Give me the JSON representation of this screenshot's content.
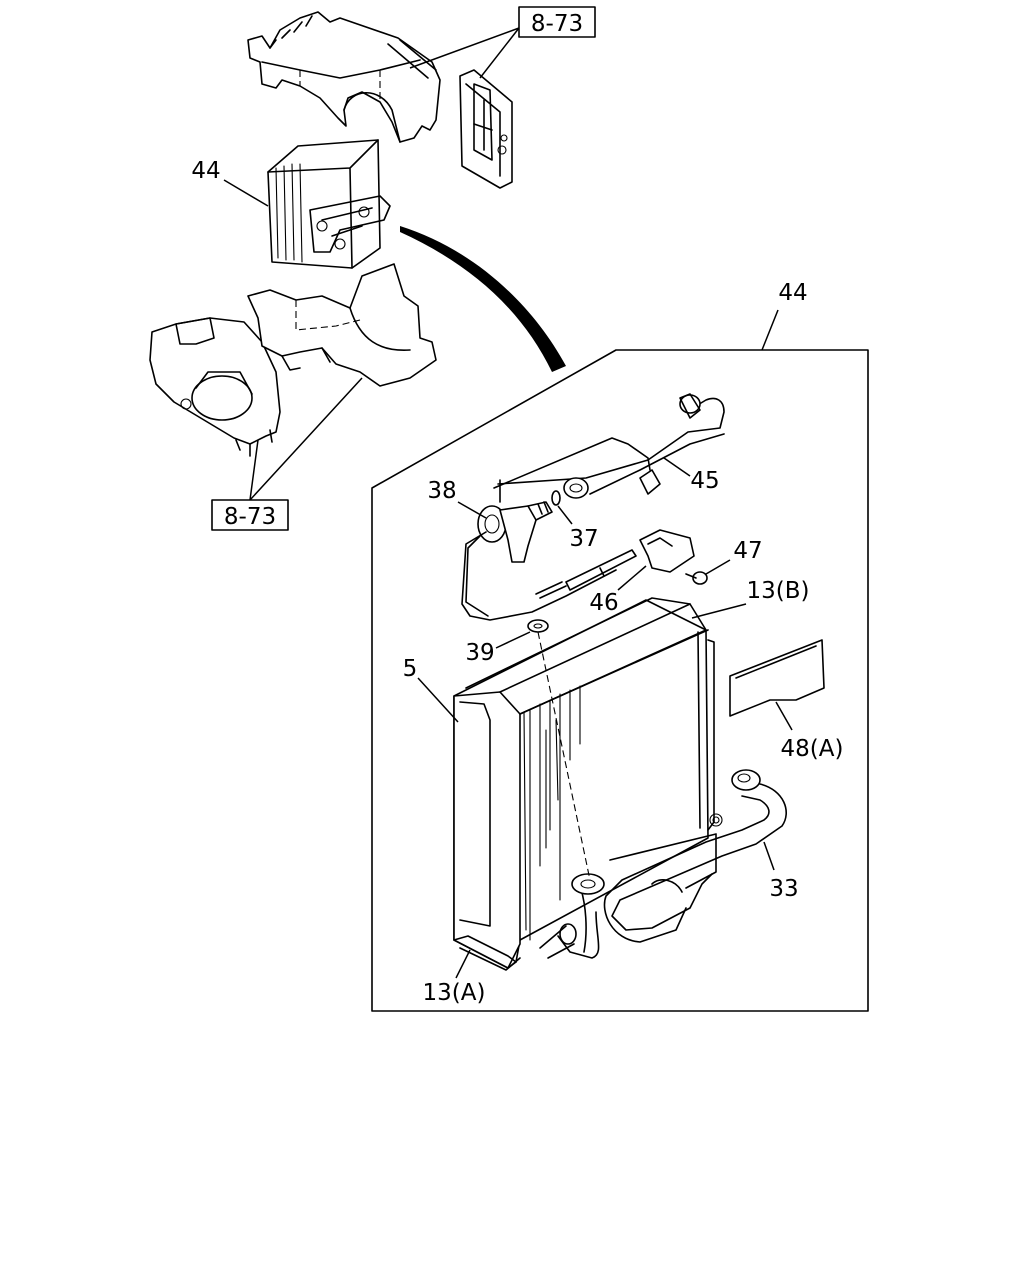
{
  "labels": {
    "ref_top": "8-73",
    "ref_bottom": "8-73",
    "p44_small": "44",
    "p44_box": "44",
    "p38": "38",
    "p37": "37",
    "p45": "45",
    "p47": "47",
    "p46": "46",
    "p13b": "13(B)",
    "p39": "39",
    "p5": "5",
    "p48a": "48(A)",
    "p33": "33",
    "p13a": "13(A)"
  }
}
